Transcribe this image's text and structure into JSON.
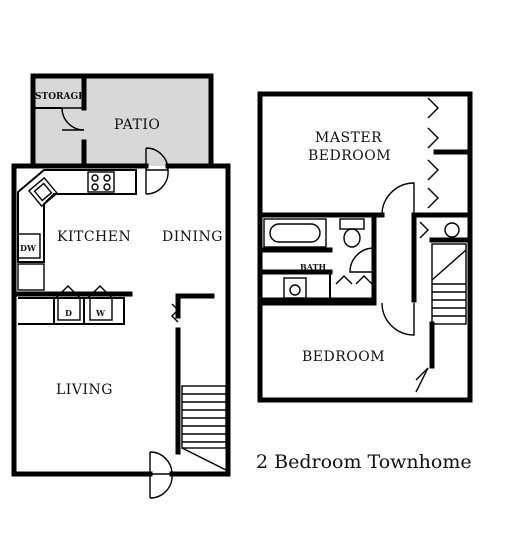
{
  "caption": "2 Bedroom Townhome",
  "rooms": {
    "storage": "STORAGE",
    "patio": "PATIO",
    "kitchen": "KITCHEN",
    "dining": "DINING",
    "living": "LIVING",
    "master_line1": "MASTER",
    "master_line2": "BEDROOM",
    "bath": "BATH",
    "bedroom": "BEDROOM"
  },
  "appliances": {
    "dishwasher": "DW",
    "dryer": "D",
    "washer": "W"
  },
  "colors": {
    "wall": "#000000",
    "patio_fill": "#d8d8d8",
    "background": "#ffffff"
  }
}
